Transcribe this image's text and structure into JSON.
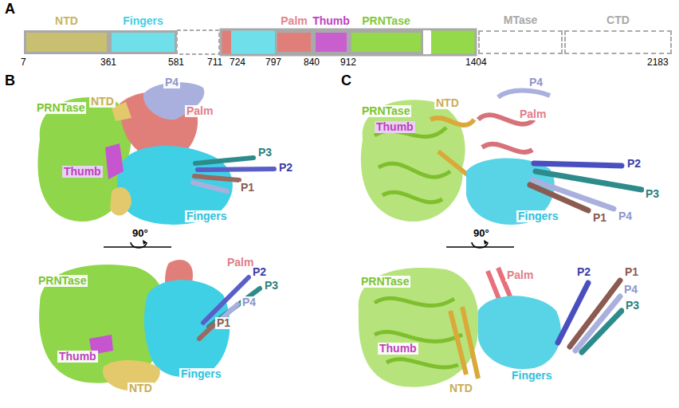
{
  "diagram": {
    "nodes": [
      {
        "text": [
          "NTD"
        ]
      },
      {
        "text": [
          "Fingers"
        ]
      },
      {
        "text": [
          "Palm"
        ]
      },
      {
        "text": [
          "Thumb"
        ]
      },
      {
        "text": [
          "PRNTase"
        ]
      },
      {
        "text": [
          "MTase"
        ]
      },
      {
        "text": [
          "CTD"
        ]
      }
    ],
    "labels": [
      "A",
      "B",
      "C",
      "7",
      "361",
      "581",
      "711",
      "724",
      "797",
      "840",
      "912",
      "1404",
      "2183",
      "P4",
      "NTD",
      "Palm",
      "PRNTase",
      "P3",
      "P2",
      "Thumb",
      "P1",
      "Fingers",
      "90°",
      "PRNTase",
      "Palm",
      "P2",
      "P3",
      "P4",
      "P1",
      "Thumb",
      "NTD",
      "Fingers",
      "P4",
      "NTD",
      "Palm",
      "PRNTase",
      "Thumb",
      "P2",
      "P3",
      "P1",
      "P4",
      "Fingers",
      "90°",
      "P2",
      "P1",
      "PRNTase",
      "Palm",
      "P4",
      "P3",
      "Thumb",
      "Fingers",
      "NTD"
    ]
  }
}
